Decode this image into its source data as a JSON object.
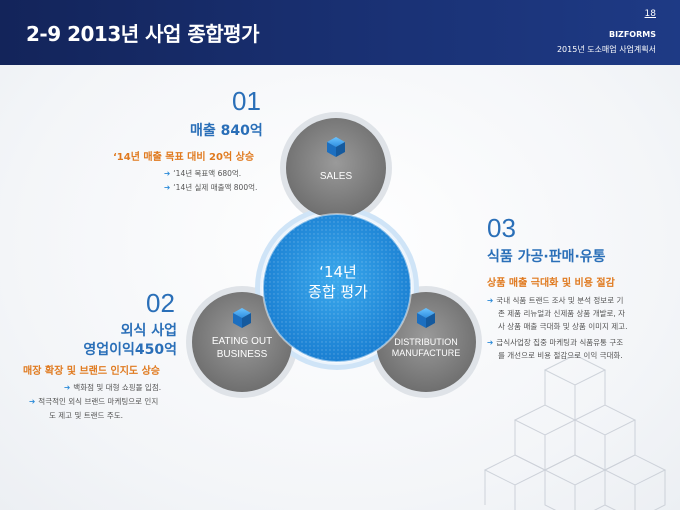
{
  "header": {
    "title": "2-9 2013년 사업 종합평가",
    "page": "18",
    "brand": "BIZFORMS",
    "doc_title": "2015년 도소매업 사업계획서"
  },
  "center": {
    "line1": "‘14년",
    "line2": "종합 평가"
  },
  "circles": {
    "sales": "SALES",
    "eating_line1": "EATING OUT",
    "eating_line2": "BUSINESS",
    "dist_line1": "DISTRIBUTION",
    "dist_line2": "MANUFACTURE"
  },
  "block01": {
    "num": "01",
    "head": "매출 840억",
    "sub": "‘14년 매출 목표 대비 20억 상승",
    "bullets": [
      "‘14년 목표액 680억.",
      "‘14년 실제 매출액 800억."
    ]
  },
  "block02": {
    "num": "02",
    "head1": "외식 사업",
    "head2": "영업이익450억",
    "sub": "매장 확장 및 브랜드 인지도 상승",
    "bullets": [
      "백화점 및 대형 쇼핑몰 입점.",
      "적극적인 외식 브랜드 마케팅으로 인지",
      "도 제고 및 트랜드 주도."
    ]
  },
  "block03": {
    "num": "03",
    "head": "식품 가공·판매·유통",
    "sub": "상품 매출 극대화 및 비용 절감",
    "bullets": [
      "국내 식품 트랜드 조사 및 분석 정보로 기",
      "존 제품 리뉴얼과 신제품 상품 개발로, 자",
      "사 상품 매출 극대화 및 상품 이미지 제고.",
      "급식사업장 집중 마케팅과 식품유통 구조",
      "를 개선으로 비용 절감으로 이익 극대화."
    ]
  },
  "colors": {
    "accent": "#2a6fb8",
    "orange": "#e07a1f",
    "navy": "#1a3276"
  }
}
